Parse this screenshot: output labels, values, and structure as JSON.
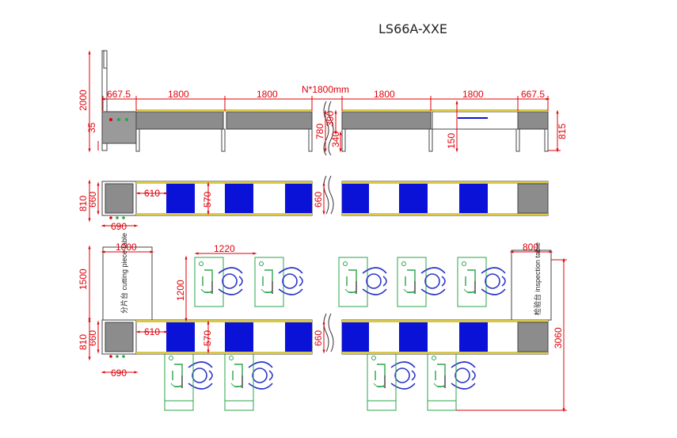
{
  "title": "LS66A-XXE",
  "colors": {
    "dimension": "#e0000a",
    "belt_blue": "#0a12d8",
    "belt_gray": "#8c8c8c",
    "rail_yellow": "#d8c84a",
    "workstation": "#2aa64a",
    "operator": "#2d37c8"
  },
  "side_view": {
    "dims_top": [
      "667.5",
      "1800",
      "1800",
      "N*1800mm",
      "1800",
      "1800",
      "667.5"
    ],
    "height_total": "2000",
    "foot": "35",
    "right_a": "780",
    "right_b": "390",
    "right_c": "340",
    "right_d": "815",
    "inner": "150"
  },
  "top_view": {
    "width_outer": "810",
    "width_inner": "660",
    "width_right": "660",
    "slot": "610",
    "slot_height": "570",
    "end_length": "690"
  },
  "layout_view": {
    "cutting_table_width": "1000",
    "cutting_table_height": "1500",
    "cutting_table_label": "分片台 cutting piece table",
    "station_pitch": "1220",
    "station_depth": "1200",
    "inspection_width": "800",
    "inspection_label": "检验台 inspection table",
    "total_depth": "3060",
    "width_outer": "810",
    "width_inner": "660",
    "width_right": "660",
    "slot": "610",
    "slot_height": "570",
    "end_length": "690"
  }
}
